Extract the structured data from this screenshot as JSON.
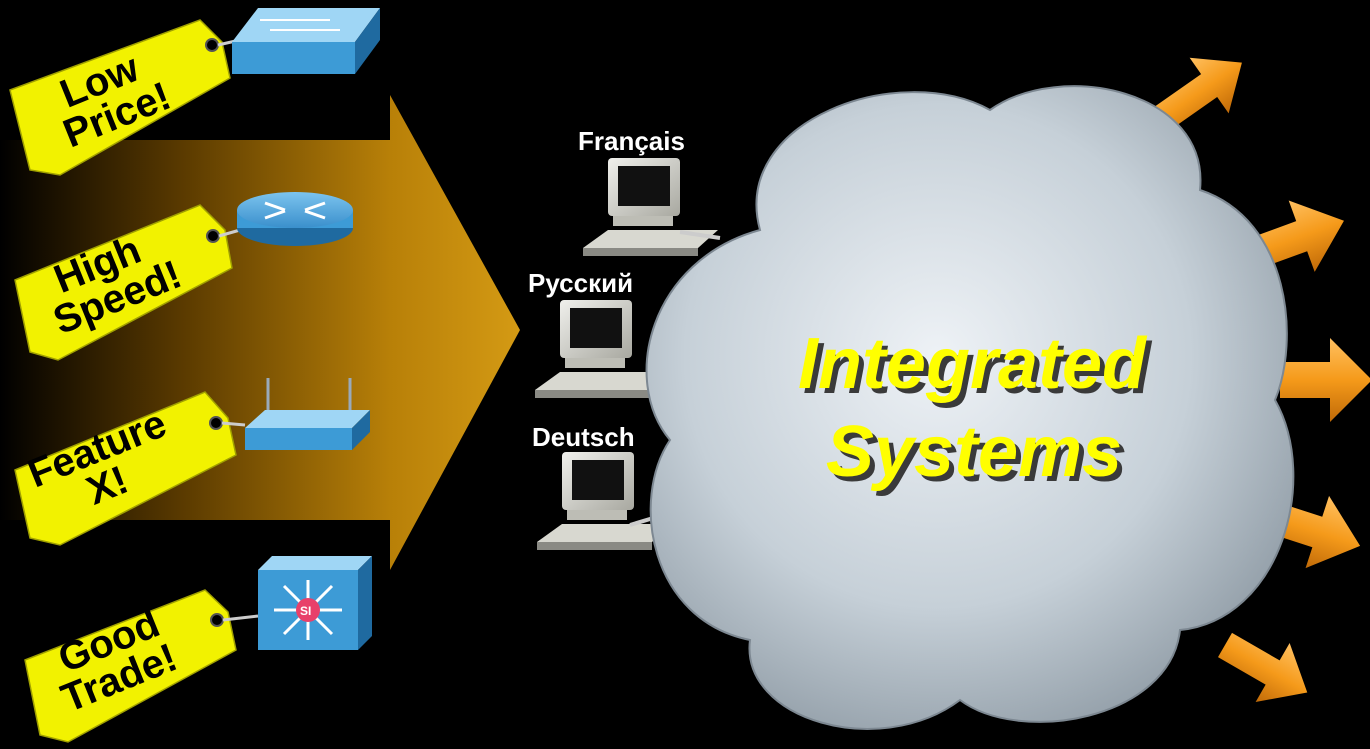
{
  "tags": [
    {
      "line1": "Low",
      "line2": "Price!",
      "device_icon": "switch-icon"
    },
    {
      "line1": "High",
      "line2": "Speed!",
      "device_icon": "router-icon"
    },
    {
      "line1": "Feature",
      "line2": "X!",
      "device_icon": "wireless-access-point-icon"
    },
    {
      "line1": "Good",
      "line2": "Trade!",
      "device_icon": "multilayer-switch-icon"
    }
  ],
  "languages": [
    {
      "label": "Français",
      "icon": "computer-icon"
    },
    {
      "label": "Русский",
      "icon": "computer-icon"
    },
    {
      "label": "Deutsch",
      "icon": "computer-icon"
    }
  ],
  "cloud": {
    "line1": "Integrated",
    "line2": "Systems"
  },
  "colors": {
    "background": "#000000",
    "tag_yellow": "#f2f200",
    "big_arrow": "#b8860b",
    "cloud": "#c8d2da",
    "cloud_text": "#ffff00",
    "output_arrow": "#f0a020",
    "device_blue": "#3d9bd6"
  }
}
